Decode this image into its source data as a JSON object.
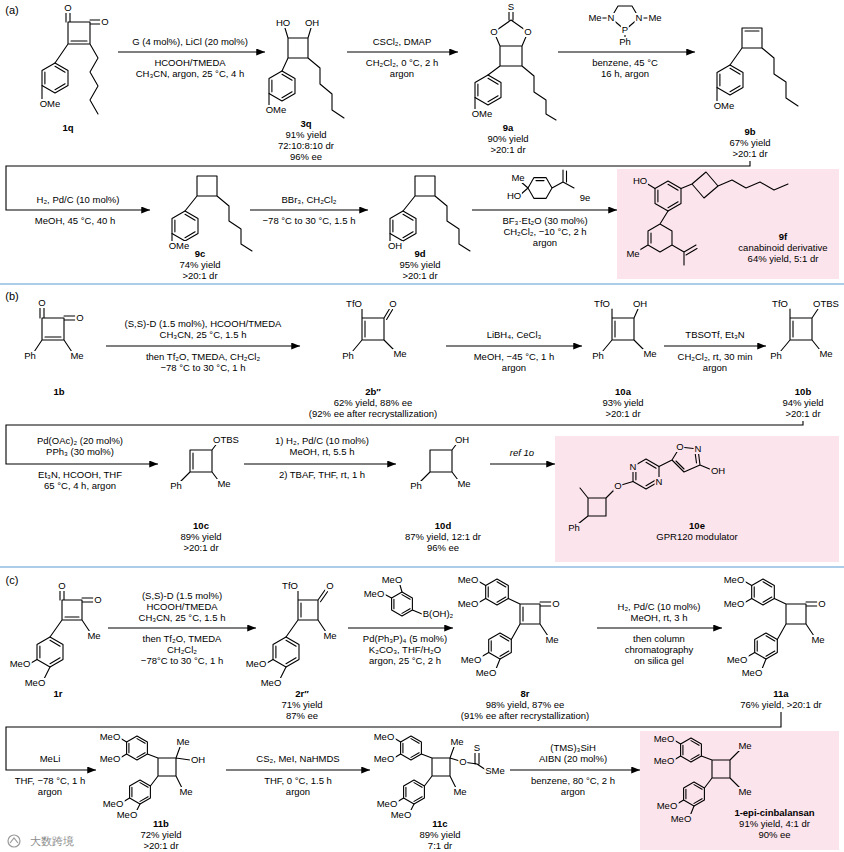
{
  "diagram": {
    "nodes": [
      {
        "text": [
          "1q"
        ]
      },
      {
        "text": [
          "3q",
          "91% yield",
          "72:10:8:10 dr",
          "96% ee"
        ]
      },
      {
        "text": [
          "9a",
          "90% yield",
          ">20:1 dr"
        ]
      },
      {
        "text": [
          "9b",
          "67% yield",
          ">20:1 dr"
        ]
      },
      {
        "text": [
          "9c",
          "74% yield",
          ">20:1 dr"
        ]
      },
      {
        "text": [
          "9d",
          "95% yield",
          ">20:1 dr"
        ]
      },
      {
        "text": [
          "9f",
          "canabinoid derivative",
          "64% yield, 5:1 dr"
        ]
      },
      {
        "text": [
          "1b"
        ]
      },
      {
        "text": [
          "2b″",
          "62% yield, 88% ee",
          "(92% ee after recrystallization)"
        ]
      },
      {
        "text": [
          "10a",
          "93% yield",
          ">20:1 dr"
        ]
      },
      {
        "text": [
          "10b",
          "94% yield",
          ">20:1 dr"
        ]
      },
      {
        "text": [
          "10c",
          "89% yield",
          ">20:1 dr"
        ]
      },
      {
        "text": [
          "10d",
          "87% yield, 12:1 dr",
          "96% ee"
        ]
      },
      {
        "text": [
          "10e",
          "GPR120 modulator"
        ]
      },
      {
        "text": [
          "1r"
        ]
      },
      {
        "text": [
          "2r″",
          "71% yield",
          "87% ee"
        ]
      },
      {
        "text": [
          "8r",
          "98% yield, 87% ee",
          "(91% ee after recrystallization)"
        ]
      },
      {
        "text": [
          "11a",
          "76% yield, >20:1 dr"
        ]
      },
      {
        "text": [
          "11b",
          "72% yield",
          ">20:1 dr"
        ]
      },
      {
        "text": [
          "11c",
          "89% yield",
          "7:1 dr"
        ]
      },
      {
        "text": [
          "1-epi-cinbalansan",
          "91% yield, 4:1 dr",
          "90% ee"
        ]
      }
    ],
    "edges": [
      {
        "from": 0,
        "to": 1,
        "arrow": "to",
        "label": "G (4 mol%), LiCl (20 mol%)"
      },
      {
        "from": 1,
        "to": 2,
        "arrow": "to",
        "label": "CSCl₂, DMAP"
      },
      {
        "from": 2,
        "to": 3,
        "arrow": "to"
      },
      {
        "from": 3,
        "to": 4,
        "arrow": "to",
        "label": "H₂, Pd/C (10 mol%)"
      },
      {
        "from": 4,
        "to": 5,
        "arrow": "to",
        "label": "BBr₃, CH₂Cl₂"
      },
      {
        "from": 5,
        "to": 6,
        "arrow": "to"
      },
      {
        "from": 7,
        "to": 8,
        "arrow": "to",
        "label": "(S,S)-D (1.5 mol%), HCOOH/TMEDA"
      },
      {
        "from": 8,
        "to": 9,
        "arrow": "to",
        "label": "LiBH₄, CeCl₃"
      },
      {
        "from": 9,
        "to": 10,
        "arrow": "to",
        "label": "TBSOTf, Et₃N"
      },
      {
        "from": 10,
        "to": 11,
        "arrow": "to",
        "label": "Pd(OAc)₂ (20 mol%)"
      },
      {
        "from": 11,
        "to": 12,
        "arrow": "to",
        "label": "1) H₂, Pd/C (10 mol%)"
      },
      {
        "from": 12,
        "to": 13,
        "arrow": "to",
        "label": "ref 1o"
      },
      {
        "from": 14,
        "to": 15,
        "arrow": "to",
        "label": "(S,S)-D (1.5 mol%)"
      },
      {
        "from": 15,
        "to": 16,
        "arrow": "to"
      },
      {
        "from": 16,
        "to": 17,
        "arrow": "to",
        "label": "H₂, Pd/C (10 mol%)"
      },
      {
        "from": 17,
        "to": 18,
        "arrow": "to",
        "label": "MeLi"
      },
      {
        "from": 18,
        "to": 19,
        "arrow": "to",
        "label": "CS₂, MeI, NaHMDS"
      },
      {
        "from": 19,
        "to": 20,
        "arrow": "to",
        "label": "(TMS)₃SiH"
      }
    ],
    "labels": [
      "(a)",
      "O",
      "O",
      "OMe",
      "HCOOH/TMEDA",
      "CH₃CN, argon, 25 °C, 4 h",
      "HO",
      "OH",
      "OMe",
      "CH₂Cl₂, 0 °C, 2 h",
      "argon",
      "S",
      "O",
      "O",
      "OMe",
      "Me",
      "N",
      "N",
      "Me",
      "P",
      "Ph",
      "benzene, 45 °C",
      "16 h, argon",
      "OMe",
      "MeOH, 45 °C, 40 h",
      "OMe",
      "−78 °C to 30 °C, 1.5 h",
      "OH",
      "Me",
      "HO",
      "9e",
      "BF₃·Et₂O (30 mol%)",
      "CH₂Cl₂, −10 °C, 2 h",
      "argon",
      "HO",
      "Me",
      "(b)",
      "O",
      "O",
      "Ph",
      "Me",
      "CH₃CN, 25 °C, 1.5 h",
      "then Tf₂O, TMEDA, CH₂Cl₂",
      "−78 °C to 30 °C, 1 h",
      "TfO",
      "O",
      "Ph",
      "Me",
      "MeOH, −45 °C, 1 h",
      "argon",
      "TfO",
      "OH",
      "Ph",
      "Me",
      "CH₂Cl₂, rt, 30 min",
      "argon",
      "TfO",
      "OTBS",
      "Ph",
      "Me",
      "PPh₃ (30 mol%)",
      "Et₃N, HCOOH, THF",
      "65 °C, 4 h, argon",
      "OTBS",
      "Ph",
      "Me",
      "MeOH, rt, 5.5 h",
      "2) TBAF, THF, rt, 1 h",
      "OH",
      "Ph",
      "Me",
      "Ph",
      "O",
      "N",
      "N",
      "O",
      "N",
      "OH",
      "(c)",
      "O",
      "O",
      "Me",
      "MeO",
      "MeO",
      "HCOOH/TMEDA",
      "CH₃CN, 25 °C, 1.5 h",
      "then Tf₂O, TMEDA",
      "CH₂Cl₂",
      "−78°C to 30 °C, 1 h",
      "TfO",
      "O",
      "Me",
      "MeO",
      "MeO",
      "MeO",
      "MeO",
      "B(OH)₂",
      "Pd(Ph₃P)₄ (5 mol%)",
      "K₂CO₃, THF/H₂O",
      "argon, 25 °C, 2 h",
      "MeO",
      "MeO",
      "O",
      "Me",
      "MeO",
      "MeO",
      "MeOH, rt, 3 h",
      "then column",
      "chromatography",
      "on silica gel",
      "MeO",
      "MeO",
      "O",
      "Me",
      "MeO",
      "MeO",
      "THF, −78 °C, 1 h",
      "argon",
      "MeO",
      "MeO",
      "Me",
      "OH",
      "Me",
      "MeO",
      "MeO",
      "THF, 0 °C, 1.5 h",
      "argon",
      "MeO",
      "MeO",
      "Me",
      "O",
      "S",
      "SMe",
      "Me",
      "MeO",
      "MeO",
      "AIBN (20 mol%)",
      "benzene, 80 °C, 2 h",
      "argon",
      "MeO",
      "MeO",
      "Me",
      "Me",
      "MeO",
      "MeO",
      "大数跨境"
    ]
  }
}
